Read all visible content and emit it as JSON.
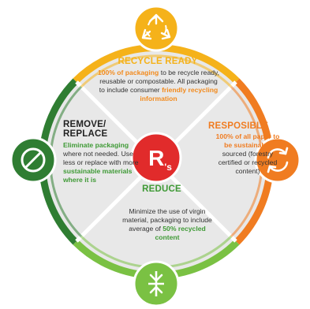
{
  "colors": {
    "recycle": "#f5b21a",
    "responsible": "#f07c21",
    "reduce": "#7ac143",
    "remove": "#2f7d32",
    "quadrant_fill": "#e8e8e8",
    "center": "#e12b2b"
  },
  "center": {
    "letter": "R",
    "suffix": "'s"
  },
  "recycle": {
    "title": "RECYCLE READY",
    "body_hl1": "100% of packaging",
    "body_1": " to be recycle ready, reusable or compostable. All packaging to include consumer ",
    "body_hl2": "friendly recycling information",
    "icon": "recycle-arrows-icon"
  },
  "remove": {
    "title_1": "REMOVE/",
    "title_2": "REPLACE",
    "body_hl1": "Eliminate packaging",
    "body_1": " where not needed. Use less or replace with more ",
    "body_hl2": "sustainable materials where it is",
    "icon": "prohibited-icon"
  },
  "responsible": {
    "title": "RESPOSIBLE",
    "body_hl1": "100% of all paper to be sustainably",
    "body_1": " sourced (forestry certified or recycled content)",
    "icon": "cycle-arrows-icon"
  },
  "reduce": {
    "title": "REDUCE",
    "body_1": "Minimize the use of virgin material, packaging to include average of ",
    "body_hl1": "50% recycled content",
    "icon": "compress-arrows-icon"
  }
}
